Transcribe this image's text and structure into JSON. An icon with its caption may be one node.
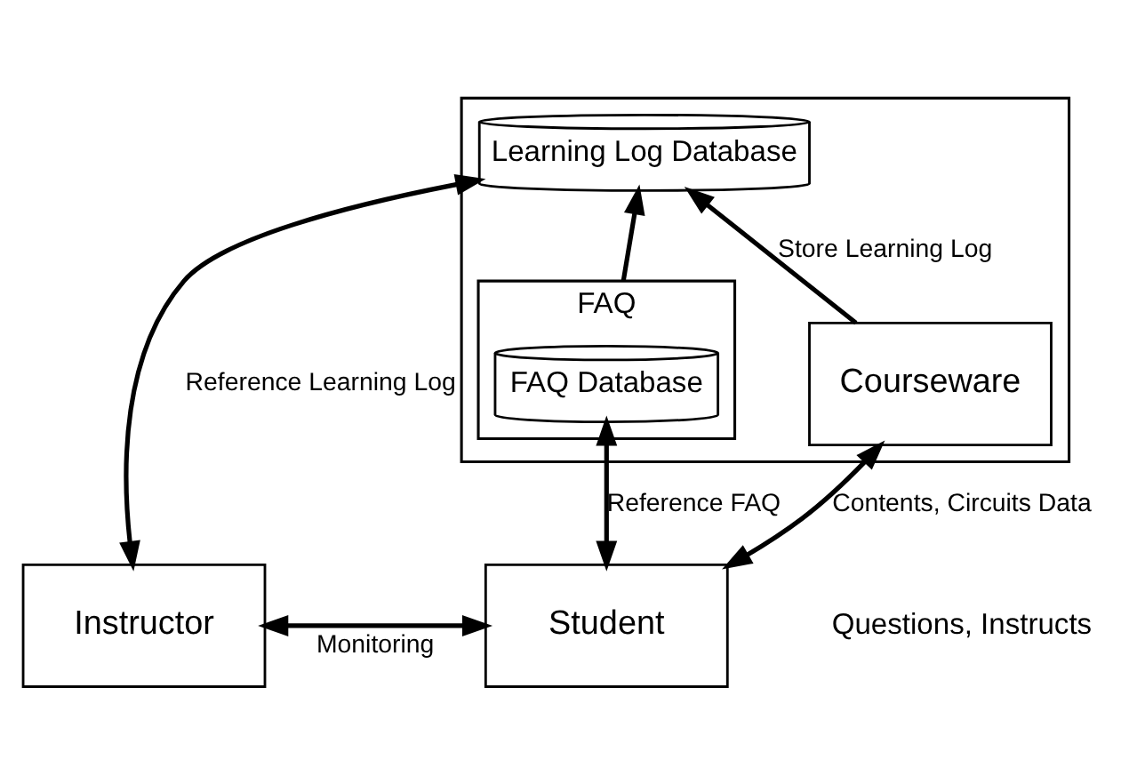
{
  "diagram": {
    "nodes": [
      {
        "text": [],
        "shape": "box"
      },
      {
        "text": [
          "Learning Log Database"
        ],
        "in": 0
      },
      {
        "text": [
          "Courseware"
        ],
        "in": 0
      },
      {
        "text": [
          "FAQ"
        ],
        "in": 0
      },
      {
        "text": [
          "FAQ Database"
        ],
        "in": 3
      },
      {
        "text": [
          "Instructor"
        ]
      },
      {
        "text": [
          "Student"
        ]
      }
    ],
    "edges": [
      {
        "from": 5,
        "to": 1,
        "arrow": "both",
        "label": "Reference Learning Log"
      },
      {
        "from": 2,
        "to": 1,
        "arrow": "to",
        "label": "Store Learning Log"
      },
      {
        "from": 3,
        "to": 1,
        "arrow": "to"
      },
      {
        "from": 6,
        "to": 4,
        "arrow": "both",
        "label": "Reference FAQ"
      },
      {
        "from": 6,
        "to": 2,
        "arrow": "both",
        "label": "Contents, Circuits Data"
      },
      {
        "from": 5,
        "to": 6,
        "arrow": "both",
        "label": "Monitoring"
      }
    ],
    "labels": [
      "Questions, Instructs"
    ]
  }
}
